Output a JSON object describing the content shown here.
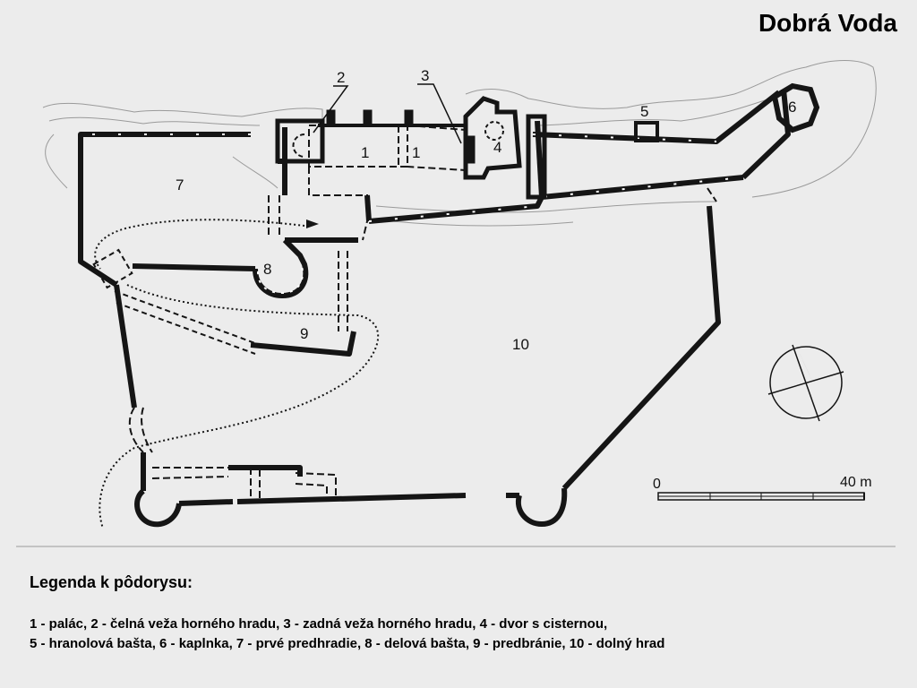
{
  "title": "Dobrá Voda",
  "plan": {
    "labels": {
      "n1a": "1",
      "n1b": "1",
      "n2": "2",
      "n3": "3",
      "n4": "4",
      "n5": "5",
      "n6": "6",
      "n7": "7",
      "n8": "8",
      "n9": "9",
      "n10": "10"
    },
    "scale": {
      "start": "0",
      "end": "40 m"
    }
  },
  "legend": {
    "heading": "Legenda k pôdorysu:",
    "line1": "1 - palác, 2 - čelná veža horného hradu, 3 - zadná veža horného hradu, 4 - dvor s cisternou,",
    "line2": "5 - hranolová bašta, 6 - kaplnka, 7 - prvé predhradie, 8 - delová bašta, 9 - predbránie, 10 - dolný hrad"
  }
}
